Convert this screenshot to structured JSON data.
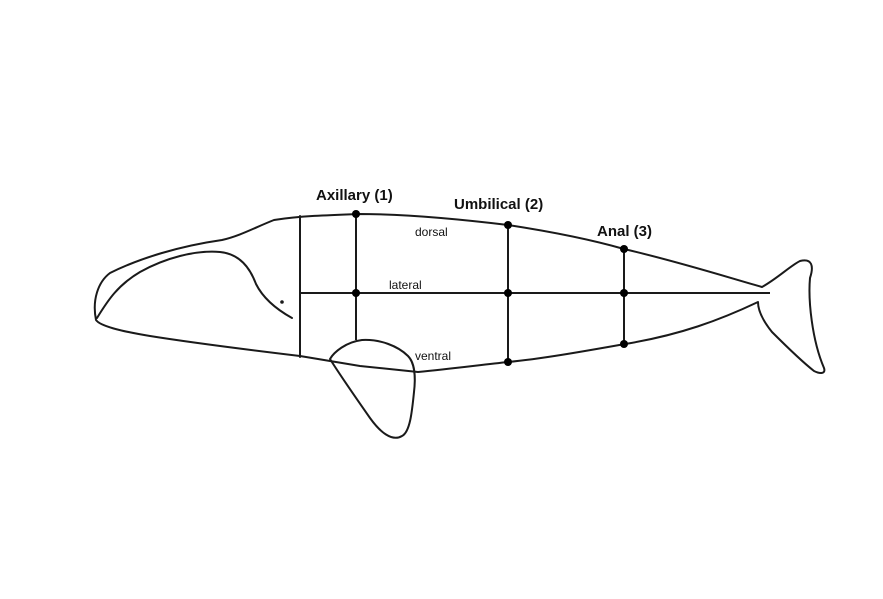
{
  "diagram": {
    "subject": "whale body outline",
    "sites": [
      {
        "id": "axillary",
        "label": "Axillary (1)"
      },
      {
        "id": "umbilical",
        "label": "Umbilical (2)"
      },
      {
        "id": "anal",
        "label": "Anal (3)"
      }
    ],
    "lines": [
      {
        "id": "dorsal",
        "label": "dorsal"
      },
      {
        "id": "lateral",
        "label": "lateral"
      },
      {
        "id": "ventral",
        "label": "ventral"
      }
    ],
    "colors": {
      "outline": "#1a1a1a",
      "background": "#ffffff",
      "points": "#000000"
    }
  }
}
